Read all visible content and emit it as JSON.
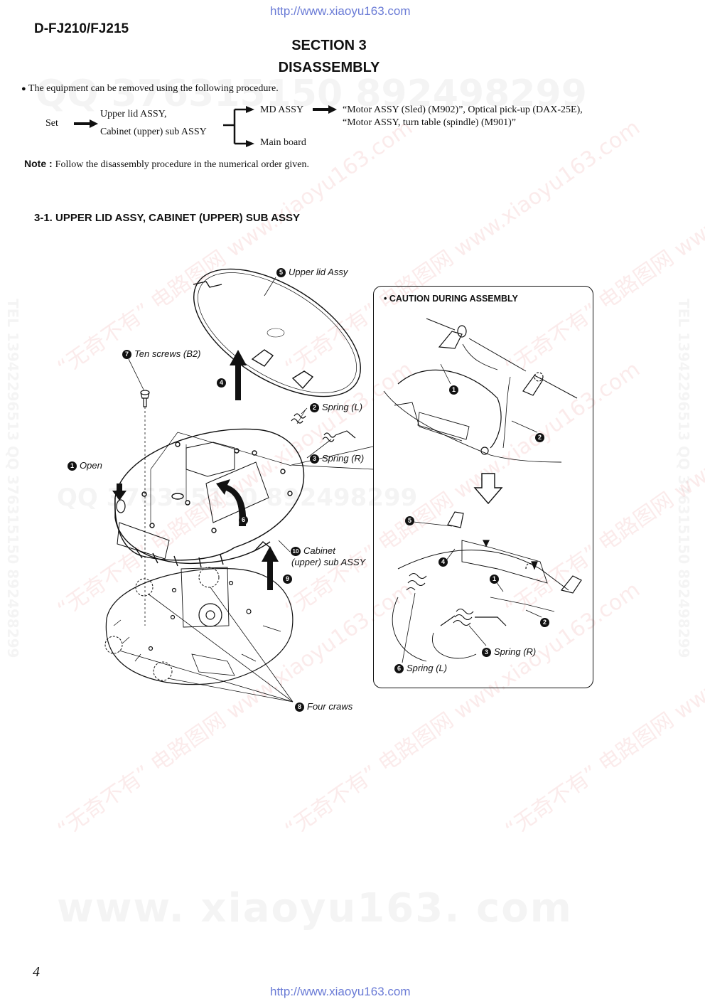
{
  "header": {
    "url_top": "http://www.xiaoyu163.com",
    "model": "D-FJ210/FJ215",
    "section": "SECTION 3",
    "title": "DISASSEMBLY"
  },
  "intro": {
    "bullet": "The equipment can be removed using the following procedure."
  },
  "flow": {
    "set": "Set",
    "step1_line1": "Upper lid ASSY,",
    "step1_line2": "Cabinet (upper) sub ASSY",
    "branch_top": "MD ASSY",
    "branch_bottom": "Main board",
    "result_line1": "“Motor ASSY (Sled) (M902)”, Optical pick-up (DAX-25E),",
    "result_line2": "“Motor ASSY, turn table (spindle) (M901)”"
  },
  "note": {
    "label": "Note :",
    "text": "Follow the disassembly procedure in the numerical order given."
  },
  "subsection": {
    "title": "3-1. UPPER LID ASSY, CABINET (UPPER) SUB ASSY"
  },
  "diagram": {
    "labels": {
      "upper_lid": {
        "num": "5",
        "text": "Upper lid Assy"
      },
      "screws": {
        "num": "7",
        "text": "Ten screws (B2)"
      },
      "spring_l": {
        "num": "2",
        "text": "Spring (L)"
      },
      "spring_r": {
        "num": "3",
        "text": "Spring (R)"
      },
      "open": {
        "num": "1",
        "text": "Open"
      },
      "cabinet_line1": {
        "num": "10",
        "text": "Cabinet"
      },
      "cabinet_line2": "(upper) sub ASSY",
      "four_craws": {
        "num": "8",
        "text": "Four craws"
      },
      "step4": "4",
      "step6": "6",
      "step9": "9"
    },
    "caution": {
      "title": "• CAUTION DURING ASSEMBLY",
      "spring_r": {
        "num": "3",
        "text": "Spring (R)"
      },
      "spring_l": {
        "num": "6",
        "text": "Spring (L)"
      },
      "nums": [
        "1",
        "2",
        "5",
        "4",
        "1",
        "2"
      ]
    }
  },
  "watermarks": {
    "qq": "QQ 376315150   892498299",
    "qq2": "QQ 376315150   892498299",
    "tel_left": "TEL 13942296513  QQ 376315150  892498299",
    "tel_right": "TEL 13942296513  QQ 376315150  892498299",
    "big": "www. xiaoyu163. com",
    "diag": "“无奇不有” 电路图网 www.xiaoyu163.com"
  },
  "footer": {
    "page": "4",
    "url_bottom": "http://www.xiaoyu163.com"
  }
}
